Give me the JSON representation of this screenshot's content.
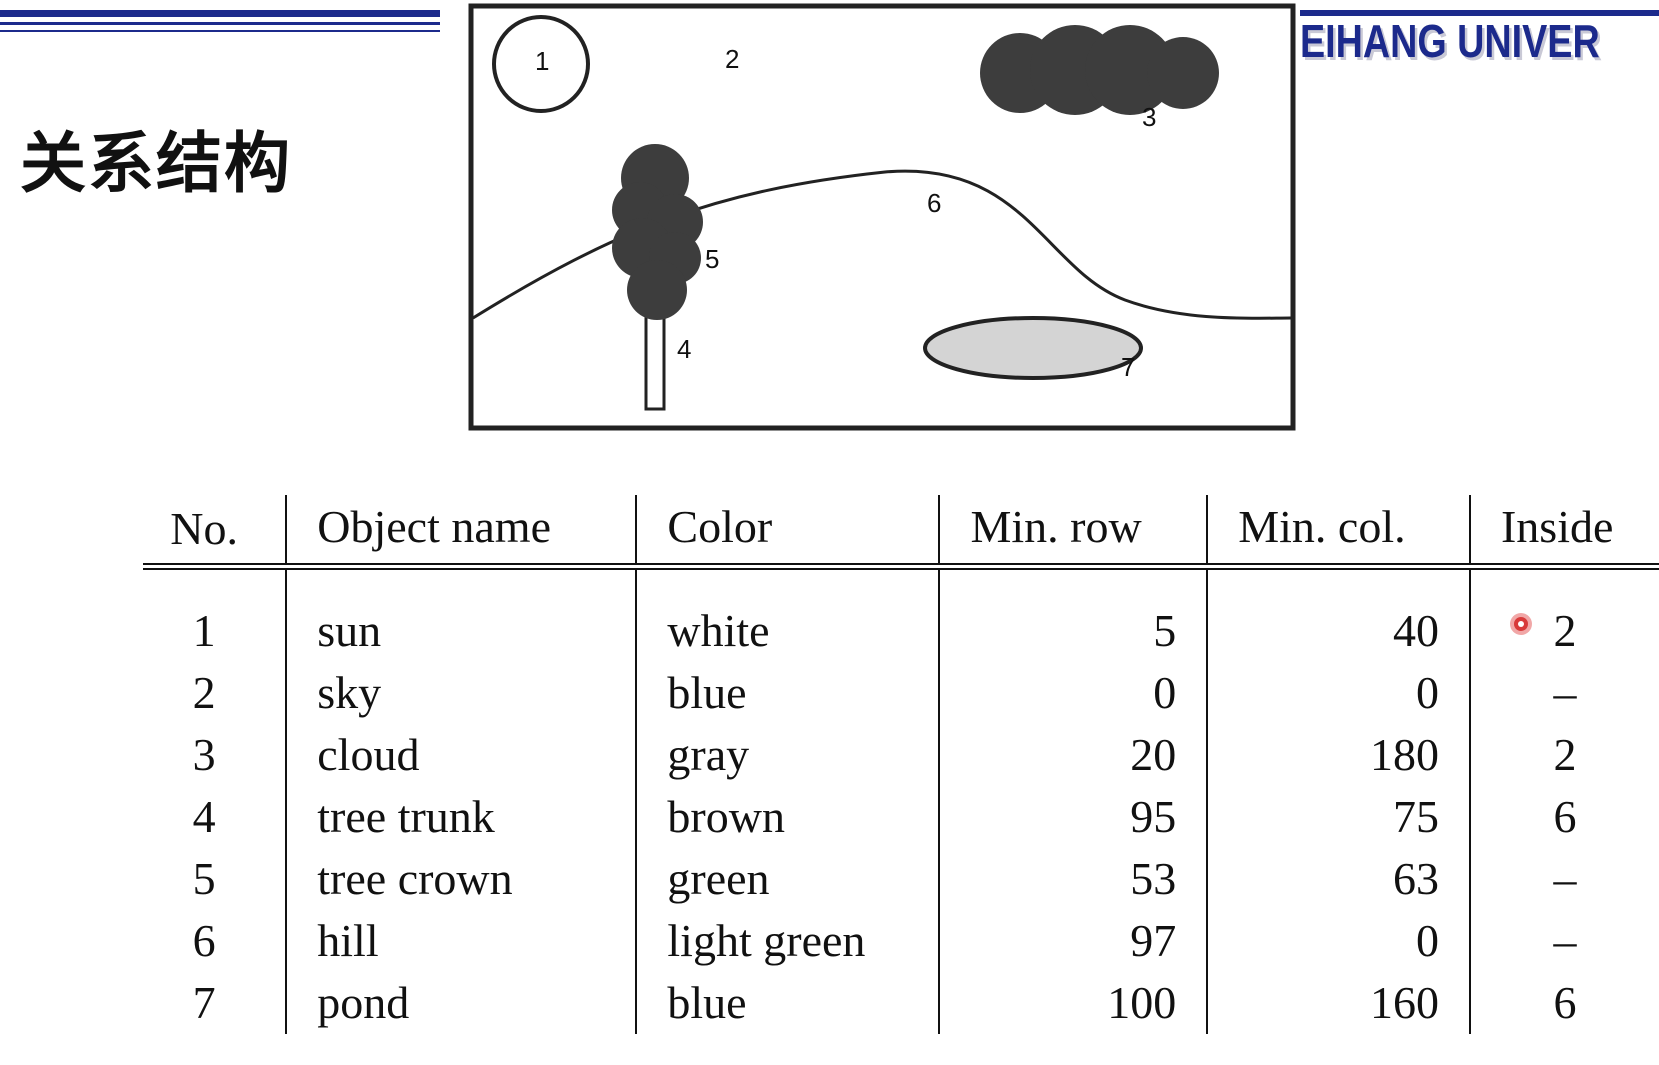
{
  "slide": {
    "title": "关系结构",
    "banner": "EIHANG UNIVER"
  },
  "scene": {
    "labels": [
      "1",
      "2",
      "3",
      "4",
      "5",
      "6",
      "7"
    ],
    "colors": {
      "foliage": "#3d3d3d",
      "pond": "#d4d4d4",
      "frame": "#222222"
    }
  },
  "table": {
    "headers": [
      "No.",
      "Object name",
      "Color",
      "Min. row",
      "Min. col.",
      "Inside"
    ],
    "rows": [
      [
        "1",
        "sun",
        "white",
        "5",
        "40",
        "2"
      ],
      [
        "2",
        "sky",
        "blue",
        "0",
        "0",
        "–"
      ],
      [
        "3",
        "cloud",
        "gray",
        "20",
        "180",
        "2"
      ],
      [
        "4",
        "tree trunk",
        "brown",
        "95",
        "75",
        "6"
      ],
      [
        "5",
        "tree crown",
        "green",
        "53",
        "63",
        "–"
      ],
      [
        "6",
        "hill",
        "light green",
        "97",
        "0",
        "–"
      ],
      [
        "7",
        "pond",
        "blue",
        "100",
        "160",
        "6"
      ]
    ]
  },
  "theme": {
    "accent": "#1c2a8c",
    "pointer": "#d83a3a"
  }
}
